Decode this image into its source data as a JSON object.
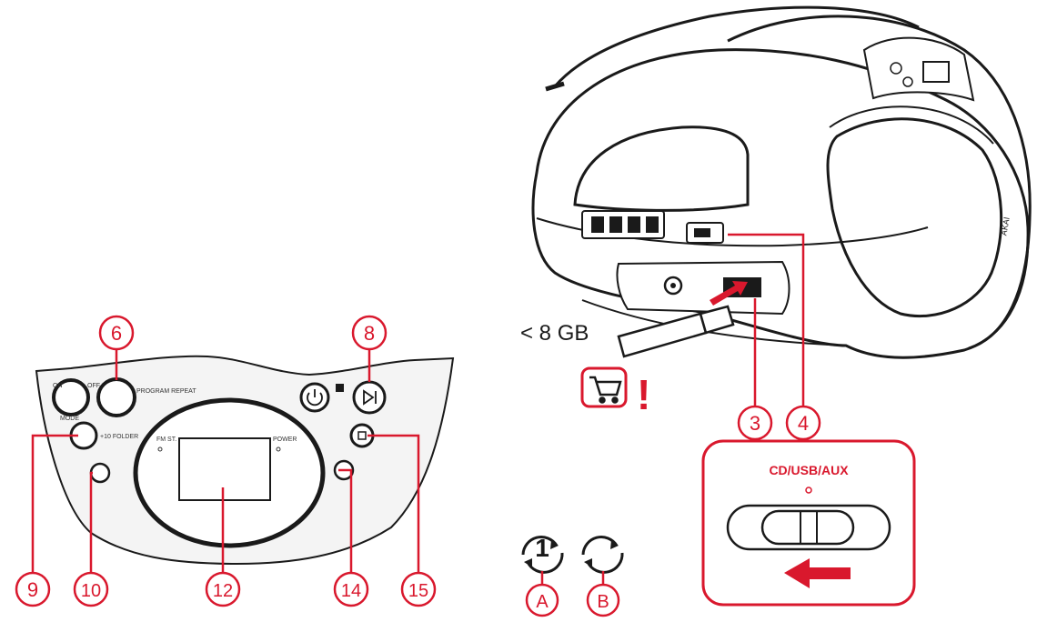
{
  "colors": {
    "accent": "#d9182d",
    "line": "#1a1a1a",
    "panel_fill": "#f4f4f4"
  },
  "callouts": {
    "c3": "3",
    "c4": "4",
    "c6": "6",
    "c8": "8",
    "c9": "9",
    "c10": "10",
    "c12": "12",
    "c14": "14",
    "c15": "15",
    "cA": "A",
    "cB": "B"
  },
  "usb_note": "< 8 GB",
  "exclamation": "!",
  "switch_label": "CD/USB/AUX",
  "repeat_one_digit": "1",
  "panel_labels": {
    "program_repeat": "PROGRAM REPEAT",
    "folder": "+10 FOLDER",
    "mode": "MODE",
    "fm_st": "FM ST.",
    "power": "POWER",
    "on": "ON",
    "off": "OFF"
  },
  "icons": {
    "cart": "shopping-cart-icon",
    "power": "power-icon",
    "play_pause": "play-pause-icon",
    "usb": "usb-stick-icon",
    "arrow": "arrow-left-icon",
    "repeat": "repeat-icon"
  }
}
